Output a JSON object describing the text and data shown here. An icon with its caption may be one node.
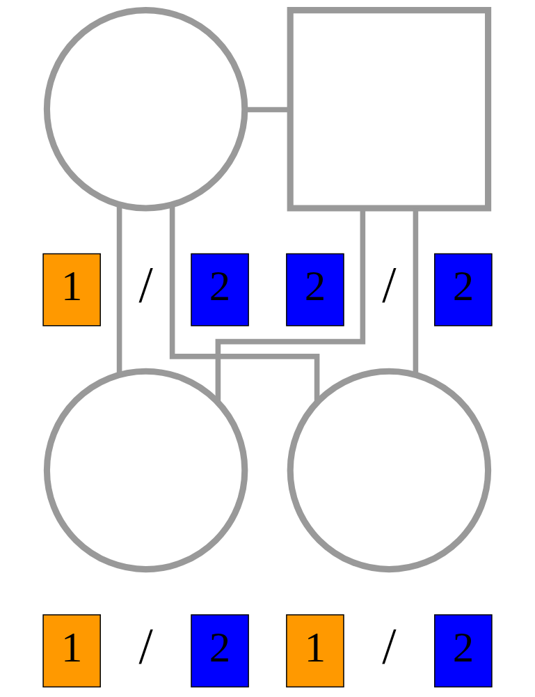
{
  "diagram": {
    "nodes": [
      {
        "text": [],
        "shape": "circle"
      },
      {
        "text": [],
        "shape": "box"
      },
      {
        "text": [
          "1"
        ]
      },
      {
        "text": [
          "2"
        ]
      },
      {
        "text": [
          "2"
        ]
      },
      {
        "text": [
          "2"
        ]
      },
      {
        "text": [],
        "shape": "circle"
      },
      {
        "text": [],
        "shape": "circle"
      },
      {
        "text": [
          "1"
        ]
      },
      {
        "text": [
          "2"
        ]
      },
      {
        "text": [
          "1"
        ]
      },
      {
        "text": [
          "2"
        ]
      }
    ],
    "edges": [
      {
        "from": 0,
        "to": 1,
        "arrow": "none"
      },
      {
        "from": 0,
        "to": 6,
        "arrow": "none"
      },
      {
        "from": 1,
        "to": 6,
        "arrow": "none"
      },
      {
        "from": 0,
        "to": 7,
        "arrow": "none"
      },
      {
        "from": 1,
        "to": 7,
        "arrow": "none"
      }
    ],
    "labels": [
      "/",
      "/",
      "/",
      "/"
    ]
  }
}
